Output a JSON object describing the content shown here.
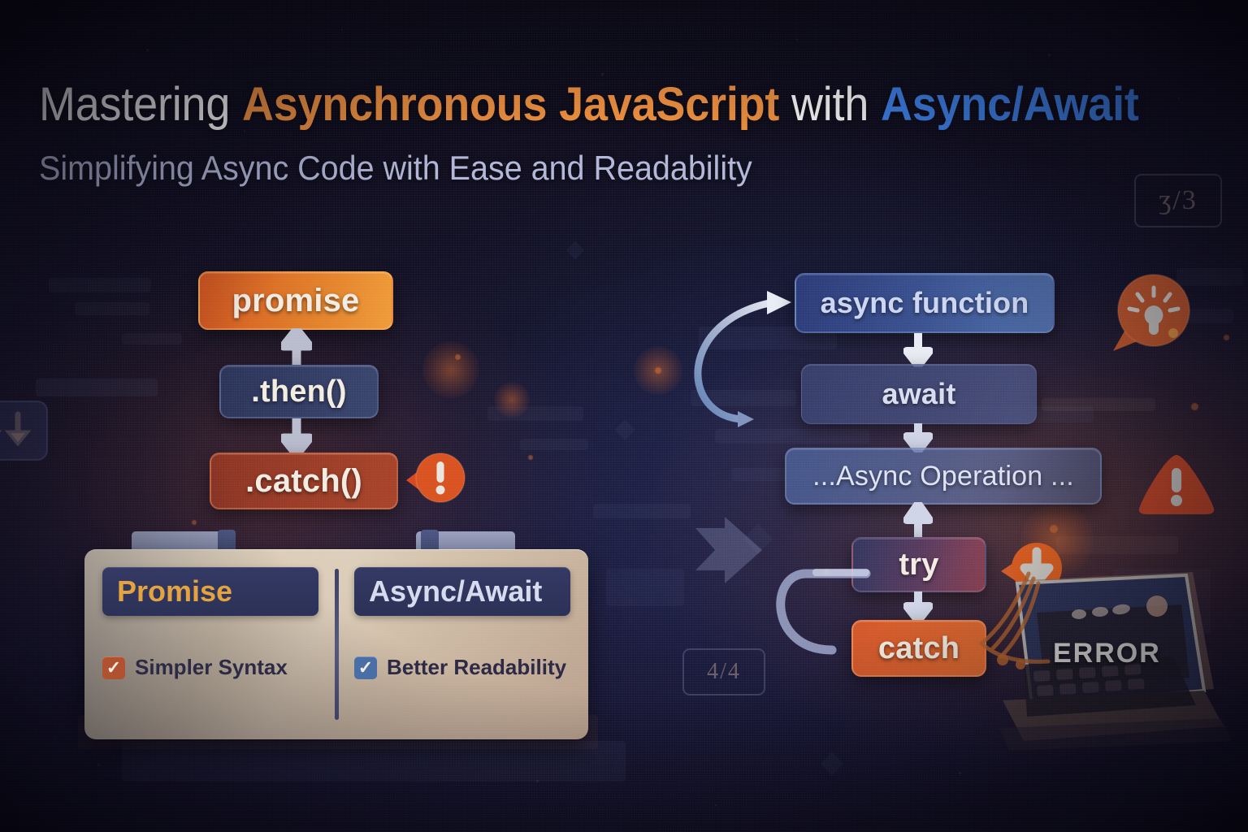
{
  "header": {
    "title_parts": [
      {
        "text": "Mastering ",
        "style": "plain"
      },
      {
        "text": "Asynchronous JavaScript",
        "style": "accent-orange"
      },
      {
        "text": " with ",
        "style": "plain"
      },
      {
        "text": "Async/Await",
        "style": "accent-blue"
      }
    ],
    "title_plain_1": "Mastering ",
    "title_orange": "Asynchronous JavaScript",
    "title_plain_2": " with ",
    "title_blue": "Async/Await",
    "subtitle": "Simplifying Async Code with Ease and Readability"
  },
  "promise_flow": {
    "nodes": [
      {
        "label": "promise",
        "color": "#e07c28"
      },
      {
        "label": ".then()",
        "color": "#39456e"
      },
      {
        "label": ".catch()",
        "color": "#a84329"
      }
    ],
    "promise_label": "promise",
    "then_label": ".then()",
    "catch_label": ".catch()",
    "error_bubble_glyph": "!"
  },
  "async_flow": {
    "nodes": [
      {
        "label": "async function",
        "color": "#39508f"
      },
      {
        "label": "await",
        "color": "#4c5686"
      },
      {
        "label": "...Async Operation  ...",
        "color": "#607098"
      },
      {
        "label": "try",
        "color": "#8d4152"
      },
      {
        "label": "catch",
        "color": "#e16a2e"
      }
    ],
    "async_function_label": "async function",
    "await_label": "await",
    "async_operation_label": "...Async Operation  ...",
    "try_label": "try",
    "catch_label": "catch"
  },
  "comparison_card": {
    "columns": [
      {
        "title": "Promise",
        "title_color": "#e3a33e",
        "features": [
          {
            "label": "Simpler Syntax",
            "checked": true,
            "check_color": "#b0522f"
          }
        ]
      },
      {
        "title": "Async/Await",
        "title_color": "#d6dced",
        "features": [
          {
            "label": "Better Readability",
            "checked": true,
            "check_color": "#4a6ea6"
          }
        ]
      }
    ],
    "promise_title": "Promise",
    "async_title": "Async/Await",
    "promise_feature": "Simpler Syntax",
    "async_feature": "Better Readability",
    "check_glyph": "✓"
  },
  "decorations": {
    "badge_top_right": "ʒ/3",
    "badge_bottom_mid": "4/4",
    "laptop_screen_text": "ERROR",
    "warning_glyph": "!",
    "lightbulb_name": "lightbulb-icon",
    "down_arrow_glyph": "↓"
  },
  "colors": {
    "background": "#14122a",
    "accent_orange": "#f2913e",
    "accent_blue": "#3d84ef",
    "error_red": "#d1562a",
    "card_paper": "#d9c9b3",
    "subtitle_text": "#b3b7d8"
  }
}
